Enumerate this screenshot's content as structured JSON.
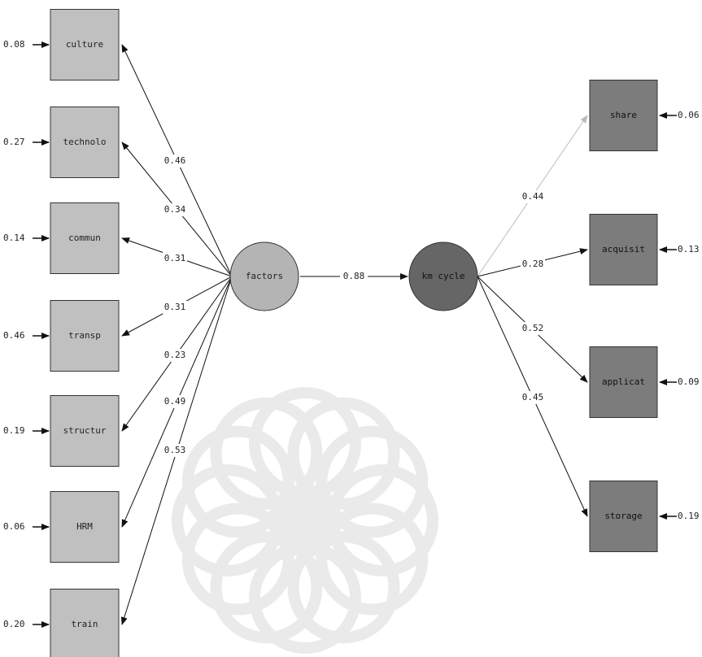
{
  "exogenous": {
    "label": "factors",
    "indicators": [
      {
        "name": "culture",
        "error": "0.08",
        "loading": "0.46"
      },
      {
        "name": "technolo",
        "error": "0.27",
        "loading": "0.34"
      },
      {
        "name": "commun",
        "error": "0.14",
        "loading": "0.31"
      },
      {
        "name": "transp",
        "error": "0.46",
        "loading": "0.31"
      },
      {
        "name": "structur",
        "error": "0.19",
        "loading": "0.23"
      },
      {
        "name": "HRM",
        "error": "0.06",
        "loading": "0.49"
      },
      {
        "name": "train",
        "error": "0.20",
        "loading": "0.53"
      }
    ]
  },
  "path": {
    "coefficient": "0.88"
  },
  "endogenous": {
    "label": "km cycle",
    "indicators": [
      {
        "name": "share",
        "error": "0.06",
        "loading": "0.44"
      },
      {
        "name": "acquisit",
        "error": "0.13",
        "loading": "0.28"
      },
      {
        "name": "applicat",
        "error": "0.09",
        "loading": "0.52"
      },
      {
        "name": "storage",
        "error": "0.19",
        "loading": "0.45"
      }
    ]
  },
  "colors": {
    "left_box": "#c0c0c0",
    "left_circle": "#b4b4b4",
    "right_box": "#7c7c7c",
    "right_circle": "#666666",
    "line": "#111111",
    "faint_line": "#bbbbbb",
    "watermark": "#e8e8e8"
  }
}
